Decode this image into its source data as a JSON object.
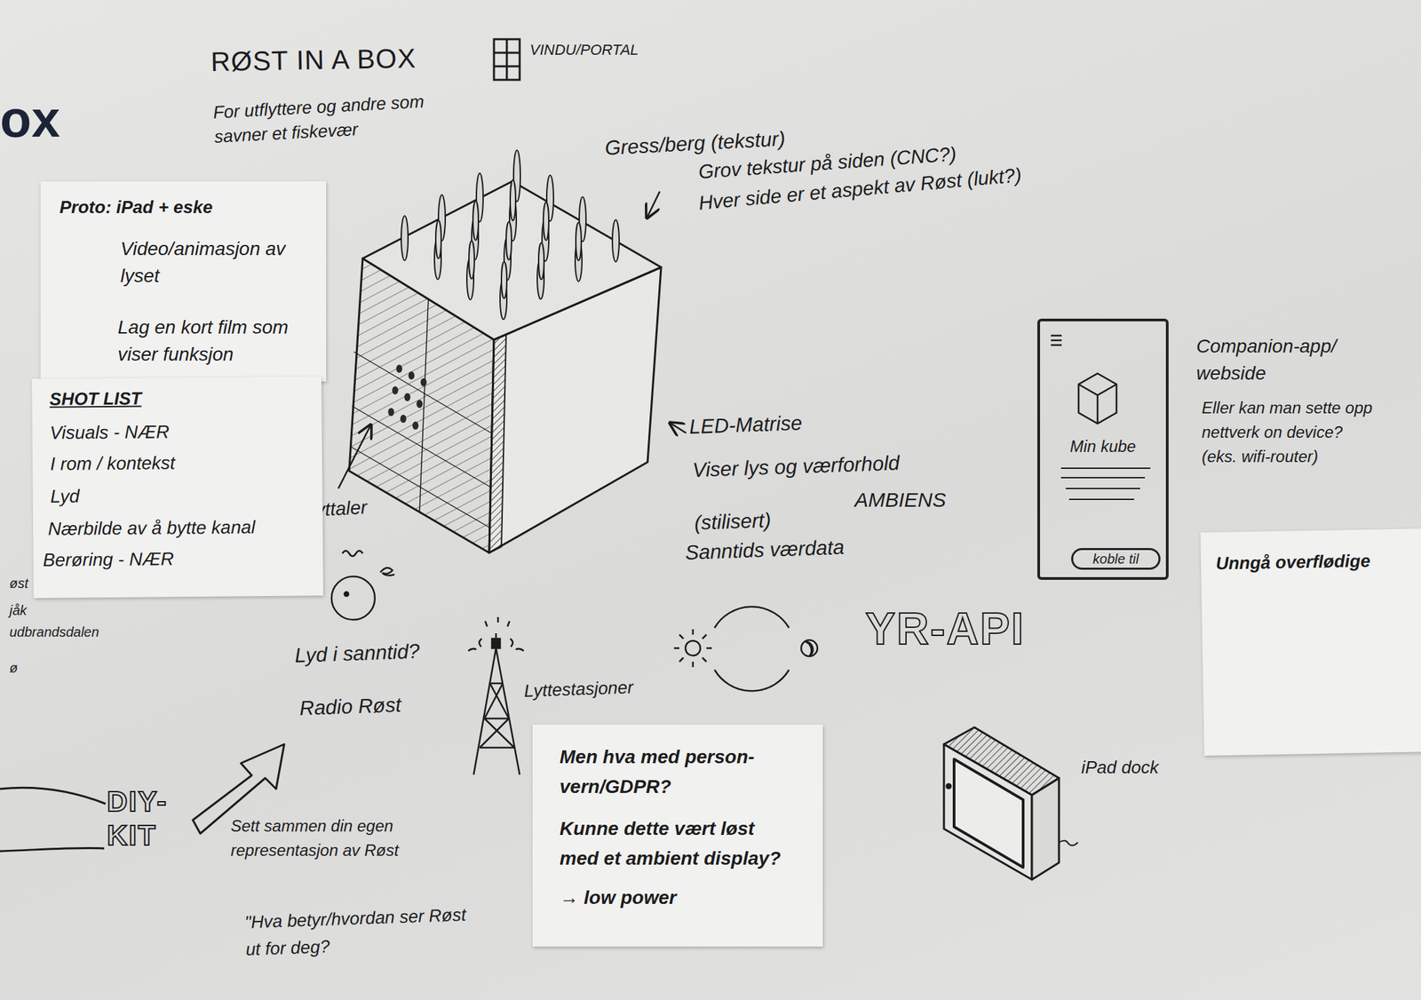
{
  "diagram": {
    "title": "RØST IN A BOX",
    "nodes": [
      {
        "text": [
          "Proto: iPad + eske",
          "Video/animasjon av lyset",
          "Lag en kort film som viser funksjon"
        ]
      },
      {
        "text": [
          "SHOT LIST",
          "Visuals - NÆR",
          "I rom / kontekst",
          "Lyd",
          "Nærbilde av å bytte kanal",
          "Berøring - NÆR"
        ]
      },
      {
        "text": [
          "Min kube"
        ]
      },
      {
        "text": [
          "koble til"
        ],
        "in": 2
      },
      {
        "text": [
          "Unngå overflødige"
        ]
      },
      {
        "text": [
          "Men hva med person-vern/GDPR?",
          "Kunne dette vært løst med et ambient display?",
          "→ low power"
        ]
      }
    ],
    "labels": [
      "ox",
      "VINDU/PORTAL",
      "For utflyttere og andre som savner et fiskevær",
      "Gress/berg (tekstur)",
      "Grov tekstur på siden (CNC?)",
      "Hver side er et aspekt av Røst (lukt?)",
      "Companion-app/ webside",
      "Eller kan man sette opp nettverk on device? (eks. wifi-router)",
      "LED-Matrise",
      "Viser lys og værforhold (stilisert)",
      "AMBIENS",
      "Høyttaler",
      "Sanntids værdata",
      "øst",
      "jåk",
      "udbrandsdalen",
      "YR-API",
      "ø",
      "Lyd i sanntid?",
      "Lyttestasjoner",
      "Radio Røst",
      "iPad dock",
      "DIY-KIT",
      "Sett sammen din egen representasjon av Røst",
      "\"Hva betyr/hvordan ser Røst ut for deg?"
    ]
  }
}
